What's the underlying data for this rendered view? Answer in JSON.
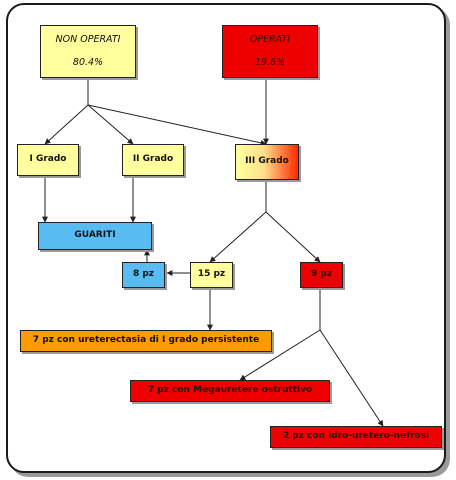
{
  "nodes": {
    "non_operati": {
      "label": "NON OPERATI",
      "value": "80.4%"
    },
    "operati": {
      "label": "OPERATI",
      "value": "19.6%"
    },
    "grado_1": {
      "label": "I Grado"
    },
    "grado_2": {
      "label": "II Grado"
    },
    "grado_3": {
      "label": "III Grado"
    },
    "guariti": {
      "label": "GUARITI"
    },
    "pz_8": {
      "label": "8 pz"
    },
    "pz_15": {
      "label": "15 pz"
    },
    "pz_9": {
      "label": "9 pz"
    },
    "ureterectasia": {
      "label": "7 pz con ureterectasia di I grado persistente"
    },
    "megauretere": {
      "label": "7 pz con Megauretere ostruttivo"
    },
    "idro": {
      "label": "2 pz con idro-uretero-nefrosi"
    }
  },
  "colors": {
    "yellow": "#ffff9e",
    "red": "#ee0000",
    "blue": "#58bcf2",
    "orange": "#ff9b00",
    "line": "#222222"
  }
}
